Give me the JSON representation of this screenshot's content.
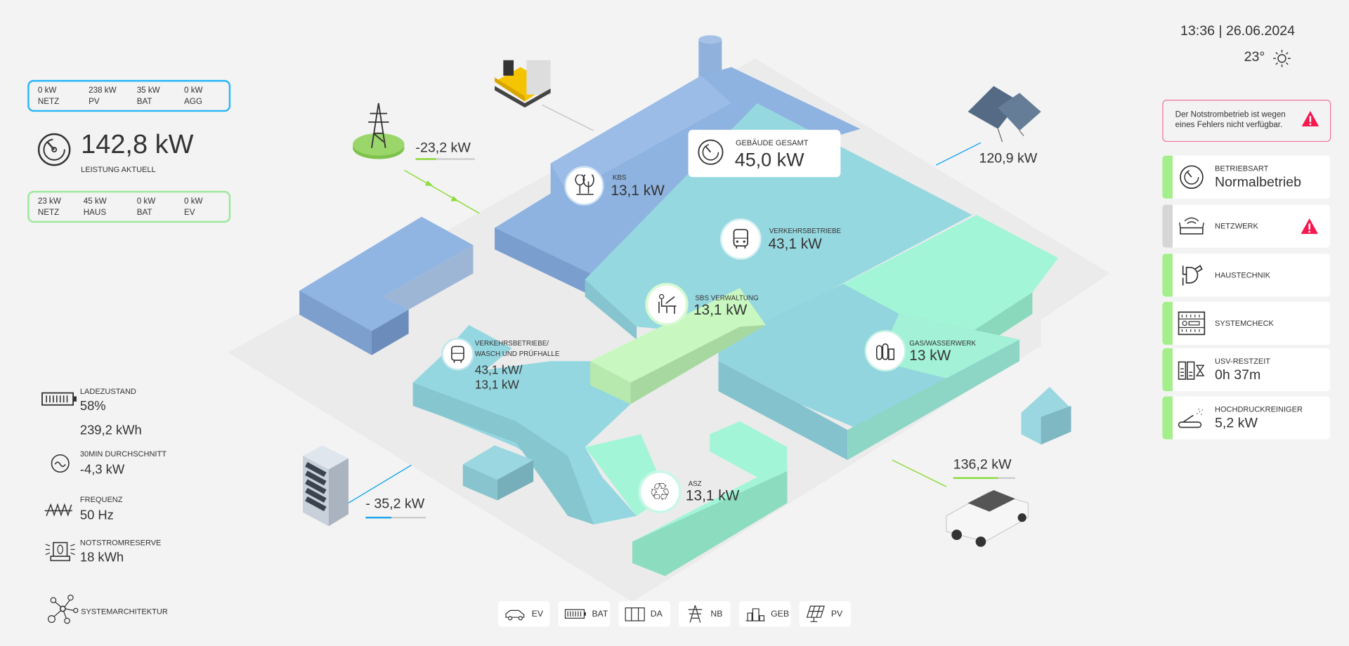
{
  "header": {
    "datetime": "13:36 | 26.06.2024",
    "temperature": "23°",
    "weather_icon": "sun-icon"
  },
  "summary_top": {
    "items": [
      {
        "value": "0 kW",
        "label": "NETZ"
      },
      {
        "value": "238 kW",
        "label": "PV"
      },
      {
        "value": "35 kW",
        "label": "BAT"
      },
      {
        "value": "0 kW",
        "label": "AGG"
      }
    ],
    "border_color": "#29b6f6"
  },
  "current_power": {
    "value": "142,8 kW",
    "label": "LEISTUNG AKTUELL"
  },
  "summary_bottom": {
    "items": [
      {
        "value": "23  kW",
        "label": "NETZ"
      },
      {
        "value": "45 kW",
        "label": "HAUS"
      },
      {
        "value": "0 kW",
        "label": "BAT"
      },
      {
        "value": "0 kW",
        "label": "EV"
      }
    ],
    "border_color": "#9be89b"
  },
  "battery": {
    "label": "LADEZUSTAND",
    "percent": "58%",
    "energy": "239,2 kWh"
  },
  "average": {
    "label": "30MIN DURCHSCHNITT",
    "value": "-4,3 kW"
  },
  "frequency": {
    "label": "FREQUENZ",
    "value": "50 Hz"
  },
  "reserve": {
    "label": "NOTSTROMRESERVE",
    "value": "18 kWh"
  },
  "architecture": {
    "label": "SYSTEMARCHITEKTUR"
  },
  "alert": {
    "text1": "Der Notstrombetrieb ist wegen",
    "text2": "eines Fehlers nicht verfügbar.",
    "color": "#f5194f"
  },
  "status_cards": [
    {
      "label": "BETRIEBSART",
      "value": "Normalbetrieb",
      "status": "ok"
    },
    {
      "label": "NETZWERK",
      "value": "",
      "status": "warning"
    },
    {
      "label": "HAUSTECHNIK",
      "value": "",
      "status": "ok"
    },
    {
      "label": "SYSTEMCHECK",
      "value": "",
      "status": "ok"
    },
    {
      "label": "USV-RESTZEIT",
      "value": "0h 37m",
      "status": "ok"
    },
    {
      "label": "HOCHDRUCKREINIGER",
      "value": "5,2 kW",
      "status": "ok"
    }
  ],
  "map": {
    "total": {
      "label": "GEBÄUDE GESAMT",
      "value": "45,0 kW"
    },
    "buildings": [
      {
        "label": "KBS",
        "value": "13,1 kW"
      },
      {
        "label": "VERKEHRSBETRIEBE",
        "value": "43,1 kW"
      },
      {
        "label": "SBS VERWALTUNG",
        "value": "13,1 kW"
      },
      {
        "label1": "VERKEHRSBETRIEBE/",
        "label2": "WASCH UND PRÜFHALLE",
        "value1": "43,1 kW/",
        "value2": "13,1 kW"
      },
      {
        "label": "GAS/WASSERWERK",
        "value": "13 kW"
      },
      {
        "label": "ASZ",
        "value": "13,1 kW"
      }
    ],
    "flows": {
      "grid": "-23,2 kW",
      "grid_fill": 0.35,
      "pv": "120,9 kW",
      "battery": "- 35,2 kW",
      "battery_fill": 0.43,
      "ev": "136,2 kW",
      "ev_fill": 0.72
    }
  },
  "bottom_nav": [
    {
      "label": "EV"
    },
    {
      "label": "BAT"
    },
    {
      "label": "DA"
    },
    {
      "label": "NB"
    },
    {
      "label": "GEB"
    },
    {
      "label": "PV"
    }
  ]
}
